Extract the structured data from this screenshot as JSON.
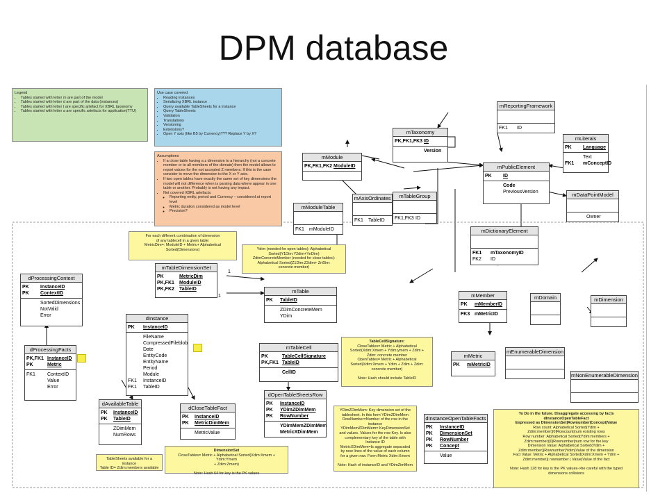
{
  "title": "DPM database",
  "notes": {
    "legend": {
      "title": "Legend",
      "items": [
        "Tables started with letter m are part of the model",
        "Tables started with letter d are part of the data (instances)",
        "Tables started with letter t are specific artefact for XBRL taxonomy",
        "Tables started with letter a are specific artefacts for application(TTU)"
      ]
    },
    "usecases": {
      "title": "Use case covered",
      "items": [
        "Reading instances",
        "Serializing XBRL instance",
        "Query available TableSheets for a instance",
        "Query TableSheets",
        "Validation",
        "Translations",
        "Versioning",
        "Extensions?",
        "Open Y axis (like B5 by Currency)??? Replace Y by X?"
      ]
    },
    "assumptions": {
      "title": "Assumptions",
      "items": [
        "If a close table having a z dimension to a hierarchy (not a concrete member or to all members of the domain) then the model allows to report values for the not accepted Z members. If this is the case consider to move the dimension to the X or Y axis.",
        "If two open tables have exactly the same set of key dimensions the model will not difference when is parsing data where appear in one table or another. Probably is not having any impact.",
        "Not covered XBRL artefacts."
      ],
      "subitems": [
        "Reporting entity, period and Currency – considered at report level",
        "Metric duration considered as model level",
        "Precision?"
      ]
    },
    "dimset": {
      "lines": [
        "For each different combination of dimension",
        "of any tablecell in a given table:",
        "MetricDim=: ModuleID + Metric+ Alphabetical",
        "Sorted(Dimensions)"
      ]
    },
    "ydim": {
      "lines": [
        "Ydim (needed for open tables): Alphabetical",
        "Sorted(Y1Dim:Y2dim+YnDim)",
        "ZdimConcreteMember (needed for close tables):",
        "Alphabetical Sorted(Z1Dim:Z2dim+ ZnDim:",
        "concrete member)"
      ]
    },
    "tablecellsig": {
      "lines": [
        "TableCellSignature:",
        "CloseTables= Metric + Alphabetical",
        "Sorted(Xdim:Xmem + Ydim:ymem + Zdim +",
        "Zdim: concrete member",
        "OpenTables= Metric + Alphabetical",
        "Sorted(Xdim:Xmem + Ydim + Zdim + Zdim:",
        "concrete member)",
        "",
        "Note: Hash should include TableID"
      ]
    },
    "available": {
      "lines": [
        "TableSheets available for a instance",
        "Table ID= Zdim:members available"
      ]
    },
    "dimensionset": {
      "lines": [
        "DimensionSet",
        "CloseTables= Metric + Alphabetical Sorted(Xdim:Xmem + Ydim:Ymem",
        "+ Zdim:Zmem)",
        "",
        "Note: Hash 64 for key is the PK values"
      ]
    },
    "ydimzdim": {
      "lines": [
        "YDimZDimMem: Key dimension set of the",
        "tablesheet. In this form YDimZDimMem",
        "RowNumber=Number of the row in the",
        "instance",
        "YDimMemZDimMem= KeyDimensionSet",
        "and values. Values for the row Key. Is also",
        "complementary key of the table with",
        "Instance ID",
        "MetricXDimMem=Is aggregate separated",
        "by new lines of the value of each column",
        "for a given row. Form Metric Xdim:Xmem",
        "",
        "Note: Hash of instanceID and YDimZimMem"
      ]
    },
    "future": {
      "lines": [
        "To Do in the future. Disaggregate accessing by facts",
        "dInstanceOpenTableFact",
        "Expressed as DimensionSet|Rownumber|Concept|Value",
        "Row count: Alphabetical Sorted(Ydim +",
        "Zdim:member)|0|Rowcount|num existing rows",
        "Row number: Alphabetical Sorted(Ydim:members +",
        "Zdim:member)|0|Rownumber|num row for the key",
        "Dimension Value: Alphabetical Sorted(Ydim +",
        "Zdim:member)|Rownumber|Ydim|Value of the dimension",
        "Fact Value: Metric + Alphabetical Sorted(Xdim:Xmem + Ydim +",
        "Zdim:member)| rownumber | Value|Value of the fact",
        "",
        "Note: Hash 128 for key is the PK values->be careful with the typed",
        "dimensions collisions"
      ]
    }
  },
  "entities": {
    "mReportingFramework": {
      "name": "mReportingFramework",
      "keys": [
        [
          "FK1",
          "ID"
        ]
      ]
    },
    "mLiterals": {
      "name": "mLiterals",
      "pk": [
        [
          "PK",
          "Language"
        ]
      ],
      "fields": [
        [
          "",
          "Text"
        ],
        [
          "FK1",
          "mConceptID"
        ]
      ]
    },
    "mTaxonomy": {
      "name": "mTaxonomy",
      "pk": [
        [
          "PK,FK1,FK3",
          "ID"
        ]
      ],
      "fields": [
        [
          "",
          "Version"
        ]
      ]
    },
    "mModule": {
      "name": "mModule",
      "pk": [
        [
          "PK,FK1,FK2",
          "ModuleID"
        ]
      ]
    },
    "mPublicElement": {
      "name": "mPublicElement",
      "pk": [
        [
          "PK",
          "ID"
        ]
      ],
      "fields": [
        [
          "",
          "Code"
        ],
        [
          "",
          "PreviousVersion"
        ]
      ]
    },
    "mDataPointModel": {
      "name": "mDataPointModel",
      "fields": [
        [
          "",
          "Owner"
        ]
      ]
    },
    "mAxisOrdinates": {
      "name": "mAxisOrdinates",
      "keys": [
        [
          "FK1",
          "TableID"
        ]
      ]
    },
    "mTableGroup": {
      "name": "mTableGroup",
      "keys": [
        [
          "FK1,FK3",
          "ID"
        ]
      ]
    },
    "mModuleTable": {
      "name": "mModuleTable",
      "keys": [
        [
          "FK1",
          "mModuleID"
        ]
      ]
    },
    "mDictionaryElement": {
      "name": "mDictionaryElement",
      "pk": [
        [
          "FK1",
          "mTaxonomyID"
        ],
        [
          "FK2",
          "ID"
        ]
      ]
    },
    "mTableDimensionSet": {
      "name": "mTableDimensionSet",
      "pk": [
        [
          "PK",
          "MetricDim"
        ],
        [
          "PK,FK1",
          "ModuleID"
        ],
        [
          "PK,FK2",
          "TableID"
        ]
      ]
    },
    "dProcessingContext": {
      "name": "dProcessingContext",
      "pk": [
        [
          "PK",
          "InstanceID"
        ],
        [
          "PK",
          "ContextID"
        ]
      ],
      "fields": [
        [
          "",
          "SortedDimensions"
        ],
        [
          "",
          "NotValid"
        ],
        [
          "",
          "Error"
        ]
      ]
    },
    "mTable": {
      "name": "mTable",
      "pk": [
        [
          "PK",
          "TableID"
        ]
      ],
      "fields": [
        [
          "",
          "ZDimConcreteMem"
        ],
        [
          "",
          "YDim"
        ]
      ]
    },
    "mMember": {
      "name": "mMember",
      "pk": [
        [
          "PK",
          "mMemberID"
        ]
      ],
      "fields": [
        [
          "FK3",
          "mMetricID"
        ]
      ]
    },
    "mDomain": {
      "name": "mDomain"
    },
    "mDimension": {
      "name": "mDimension"
    },
    "dInstance": {
      "name": "dInstance",
      "pk": [
        [
          "PK",
          "InstanceID"
        ]
      ],
      "fields": [
        [
          "",
          "FileName"
        ],
        [
          "",
          "CompressedFileblob"
        ],
        [
          "",
          "Date"
        ],
        [
          "",
          "EntityCode"
        ],
        [
          "",
          "EntityName"
        ],
        [
          "",
          "Period"
        ],
        [
          "",
          "Module"
        ],
        [
          "FK1",
          "InstanceID"
        ],
        [
          "FK1",
          "TableID"
        ]
      ]
    },
    "dProcessingFacts": {
      "name": "dProcessingFacts",
      "pk": [
        [
          "PK,FK1",
          "InstanceID"
        ],
        [
          "PK",
          "Metric"
        ]
      ],
      "fields": [
        [
          "FK1",
          "ContextID"
        ],
        [
          "",
          "Value"
        ],
        [
          "",
          "Error"
        ]
      ]
    },
    "mTableCell": {
      "name": "mTableCell",
      "pk": [
        [
          "PK",
          "TableCellSignature"
        ],
        [
          "PK,FK1",
          "TableID"
        ]
      ],
      "fields": [
        [
          "",
          "CellID"
        ]
      ]
    },
    "mMetric": {
      "name": "mMetric",
      "pk": [
        [
          "PK",
          "mMetricID"
        ]
      ]
    },
    "mEnumerableDimension": {
      "name": "mEnumerableDimension"
    },
    "mNonEnumerableDimension": {
      "name": "mNonEnumerableDimension"
    },
    "dAvailableTable": {
      "name": "dAvailableTable",
      "pk": [
        [
          "PK",
          "InstanceID"
        ],
        [
          "PK",
          "TableID"
        ]
      ],
      "fields": [
        [
          "",
          "ZDimMem"
        ],
        [
          "",
          "NumRows"
        ]
      ]
    },
    "dCloseTableFact": {
      "name": "dCloseTableFact",
      "pk": [
        [
          "PK",
          "InstanceID"
        ],
        [
          "PK",
          "MetricDimMem"
        ]
      ],
      "fields": [
        [
          "",
          "MetricValue"
        ]
      ]
    },
    "dOpenTableSheetsRow": {
      "name": "dOpenTableSheetsRow",
      "pk": [
        [
          "PK",
          "InstanceID"
        ],
        [
          "PK",
          "YDimZDimMem"
        ],
        [
          "PK",
          "RowNumber"
        ]
      ],
      "fields": [
        [
          "",
          "YDimMemZDimMem"
        ],
        [
          "",
          "MetricXDimMem"
        ]
      ]
    },
    "dInstanceOpenTableFacts": {
      "name": "dInstanceOpenTableFacts",
      "pk": [
        [
          "PK",
          "InstanceID"
        ],
        [
          "PK",
          "DimensionSet"
        ],
        [
          "PK",
          "RowNumber"
        ],
        [
          "PK",
          "Concept"
        ]
      ],
      "fields": [
        [
          "",
          "Value"
        ]
      ]
    }
  },
  "relation_labels": {
    "one": "1"
  }
}
